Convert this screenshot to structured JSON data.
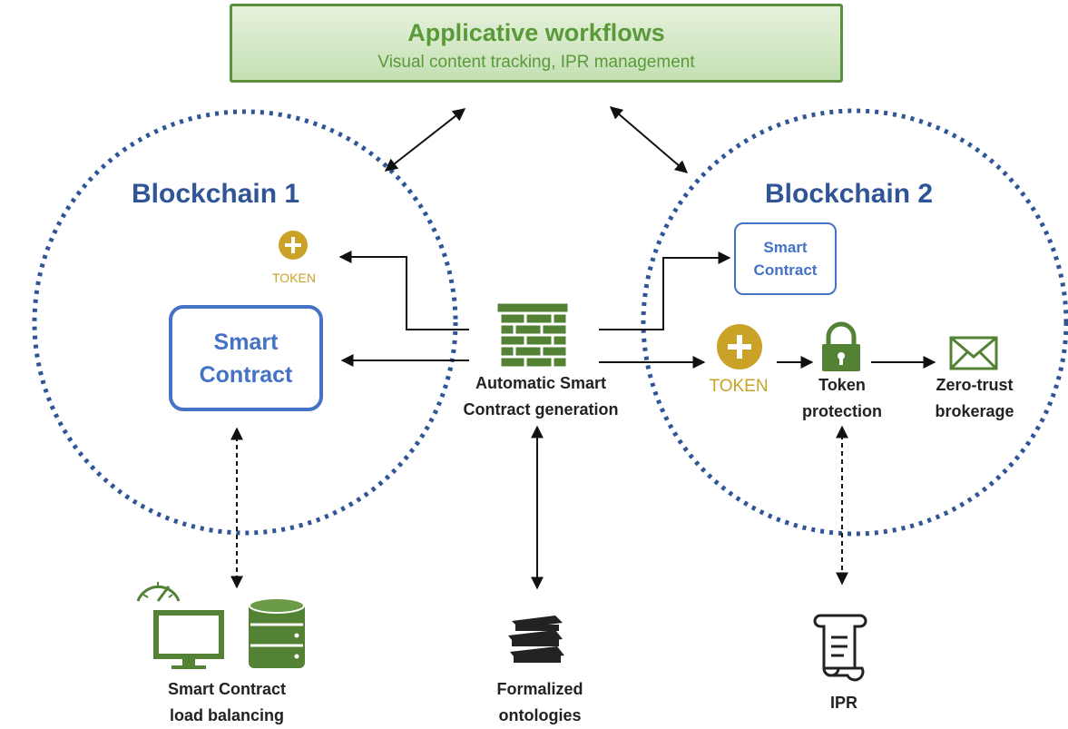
{
  "workflows": {
    "title": "Applicative workflows",
    "subtitle": "Visual content tracking, IPR management"
  },
  "blockchain1": {
    "title": "Blockchain 1",
    "token_label": "TOKEN",
    "smart_contract": [
      "Smart",
      "Contract"
    ]
  },
  "blockchain2": {
    "title": "Blockchain 2",
    "smart_contract": [
      "Smart",
      "Contract"
    ],
    "token_label": "TOKEN",
    "token_protection": [
      "Token",
      "protection"
    ],
    "zero_trust": [
      "Zero-trust",
      "brokerage"
    ]
  },
  "generator": {
    "label": [
      "Automatic Smart",
      "Contract generation"
    ]
  },
  "bottom": {
    "load_balancing": [
      "Smart Contract",
      "load balancing"
    ],
    "ontologies": [
      "Formalized",
      "ontologies"
    ],
    "ipr": "IPR"
  },
  "colors": {
    "blue": "#2f5597",
    "green": "#548235",
    "gold": "#c9a227",
    "box_blue": "#4472c4"
  },
  "icons": [
    "token-plus-icon",
    "firewall-brick-icon",
    "padlock-icon",
    "envelope-icon",
    "monitor-icon",
    "database-icon",
    "speedometer-icon",
    "books-icon",
    "scroll-icon"
  ]
}
